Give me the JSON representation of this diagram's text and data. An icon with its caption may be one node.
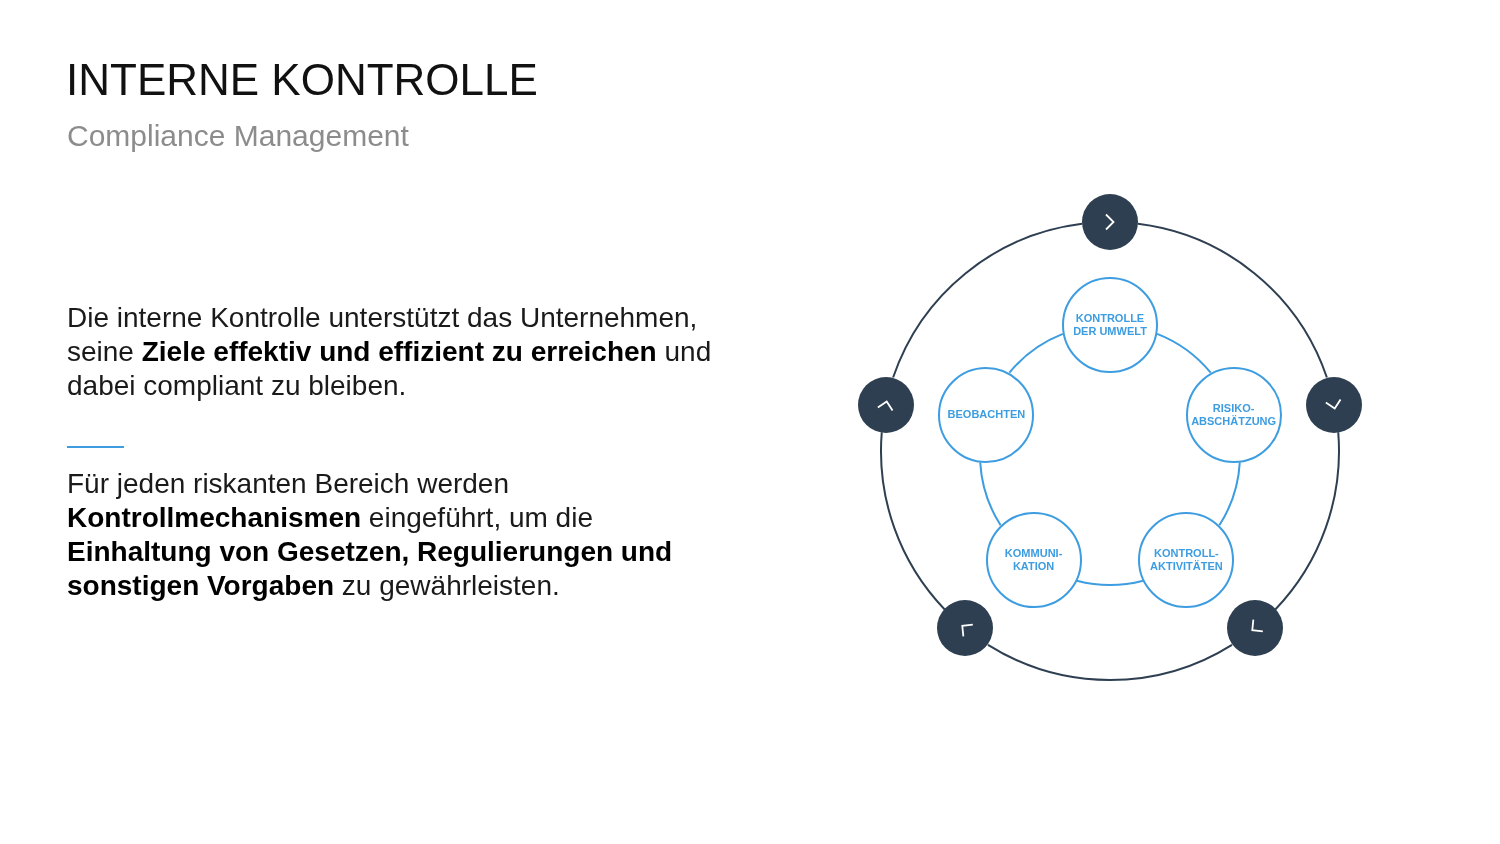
{
  "diagram": {
    "title": "INTERNE KONTROLLE",
    "nodes": [
      {
        "text": [],
        "shape": "circle"
      },
      {
        "text": [
          "KONTROLLE DER UMWELT"
        ]
      },
      {
        "text": [],
        "shape": "circle"
      },
      {
        "text": [
          "BEOBACHTEN"
        ]
      },
      {
        "text": [
          "RISIKO- ABSCHÄTZUNG"
        ]
      },
      {
        "text": [],
        "shape": "circle"
      },
      {
        "text": [
          "KOMMUNI- KATION"
        ]
      },
      {
        "text": [
          "KONTROLL- AKTIVITÄTEN"
        ]
      },
      {
        "text": [],
        "shape": "circle"
      },
      {
        "text": [],
        "shape": "circle"
      }
    ],
    "edges": [
      {
        "from": 1,
        "to": 4,
        "arrow": "none"
      },
      {
        "from": 4,
        "to": 7,
        "arrow": "none"
      },
      {
        "from": 7,
        "to": 6,
        "arrow": "none"
      },
      {
        "from": 6,
        "to": 3,
        "arrow": "none"
      },
      {
        "from": 3,
        "to": 1,
        "arrow": "none"
      },
      {
        "from": 0,
        "to": 5,
        "arrow": "none",
        "color": "#2e3f51"
      },
      {
        "from": 5,
        "to": 9,
        "arrow": "none",
        "color": "#2e3f51"
      },
      {
        "from": 9,
        "to": 8,
        "arrow": "none",
        "color": "#2e3f51"
      },
      {
        "from": 8,
        "to": 2,
        "arrow": "none",
        "color": "#2e3f51"
      },
      {
        "from": 2,
        "to": 0,
        "arrow": "none",
        "color": "#2e3f51"
      }
    ],
    "labels": [
      "Compliance Management",
      "Die interne Kontrolle unterstützt das Unternehmen, seine **Ziele effektiv und effizient zu erreichen** und dabei compliant zu bleiben.",
      "Für jeden riskanten Bereich werden **Kontrollmechanismen** eingeführt, um die **Einhaltung von Gesetzen, Regulierungen und sonstigen Vorgaben** zu gewährleisten."
    ]
  }
}
